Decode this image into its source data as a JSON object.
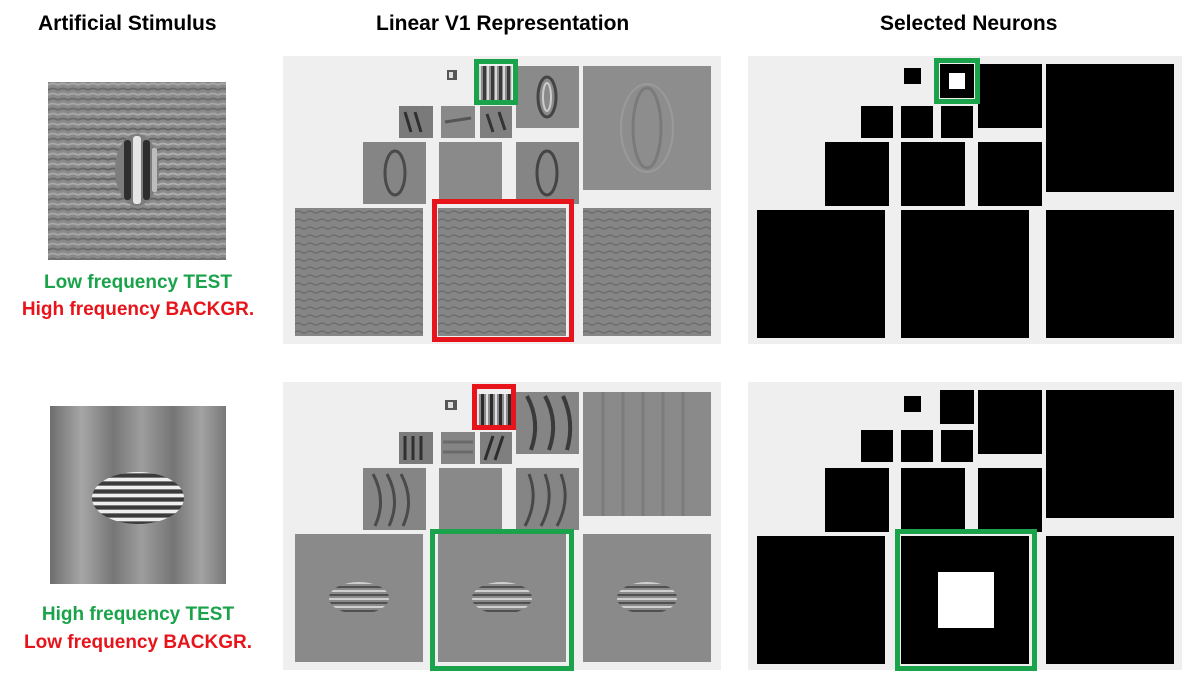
{
  "columns": {
    "stimulus": "Artificial Stimulus",
    "v1": "Linear V1 Representation",
    "neurons": "Selected Neurons"
  },
  "rows": [
    {
      "test_label": "Low frequency TEST",
      "background_label": "High frequency BACKGR.",
      "highlight_small": "green",
      "highlight_large": "red",
      "selected": "small"
    },
    {
      "test_label": "High frequency TEST",
      "background_label": "Low frequency BACKGR.",
      "highlight_small": "red",
      "highlight_large": "green",
      "selected": "large"
    }
  ],
  "colors": {
    "green": "#1aa34a",
    "red": "#e8141b",
    "panel": "#efefef"
  }
}
